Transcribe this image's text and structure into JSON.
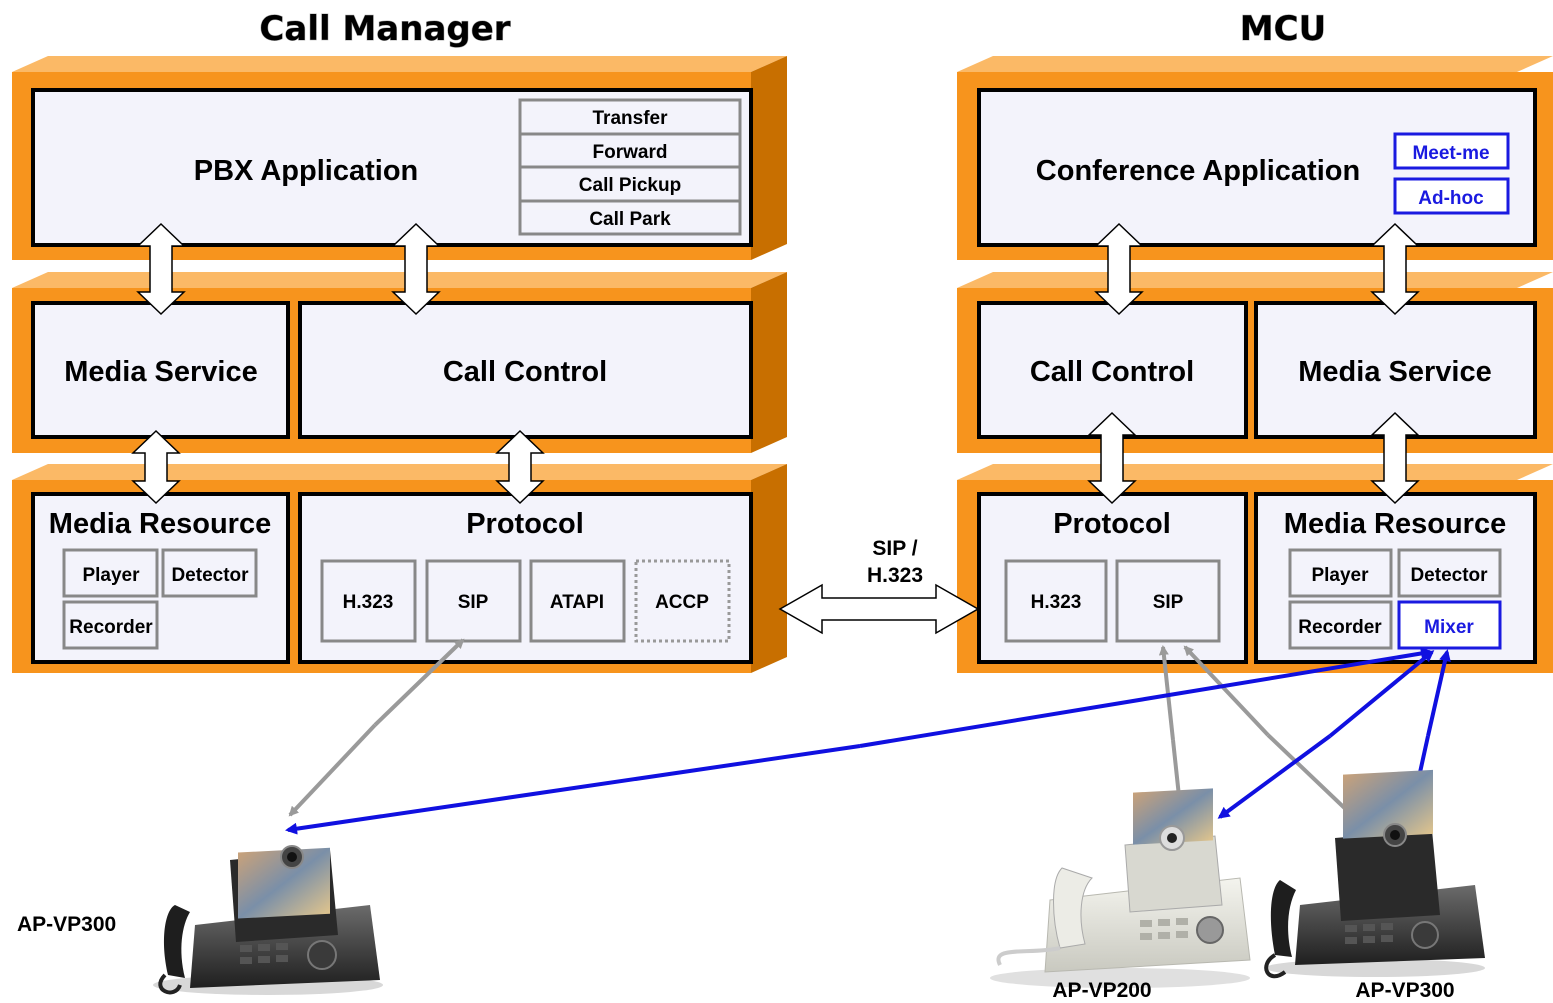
{
  "call_manager": {
    "title": "Call Manager",
    "pbx_application": "PBX Application",
    "pbx_features": [
      "Transfer",
      "Forward",
      "Call Pickup",
      "Call Park"
    ],
    "media_service": "Media Service",
    "call_control": "Call Control",
    "media_resource": "Media Resource",
    "media_resource_items": [
      "Player",
      "Detector",
      "Recorder"
    ],
    "protocol": "Protocol",
    "protocol_items": [
      "H.323",
      "SIP",
      "ATAPI",
      "ACCP"
    ]
  },
  "mcu": {
    "title": "MCU",
    "conference_application": "Conference Application",
    "conference_features": [
      "Meet-me",
      "Ad-hoc"
    ],
    "call_control": "Call Control",
    "media_service": "Media Service",
    "protocol": "Protocol",
    "protocol_items": [
      "H.323",
      "SIP"
    ],
    "media_resource": "Media Resource",
    "media_resource_items": [
      "Player",
      "Detector",
      "Recorder",
      "Mixer"
    ]
  },
  "link_label": "SIP /\nH.323",
  "link_label_lines": [
    "SIP /",
    "H.323"
  ],
  "devices": [
    "AP-VP300",
    "AP-VP200",
    "AP-VP300"
  ],
  "colors": {
    "frame": "#f7941d",
    "frame_dark": "#c86f00",
    "box_fill": "#f3f3fb",
    "blue": "#1a1ae0",
    "gray_link": "#9a9a9a"
  }
}
